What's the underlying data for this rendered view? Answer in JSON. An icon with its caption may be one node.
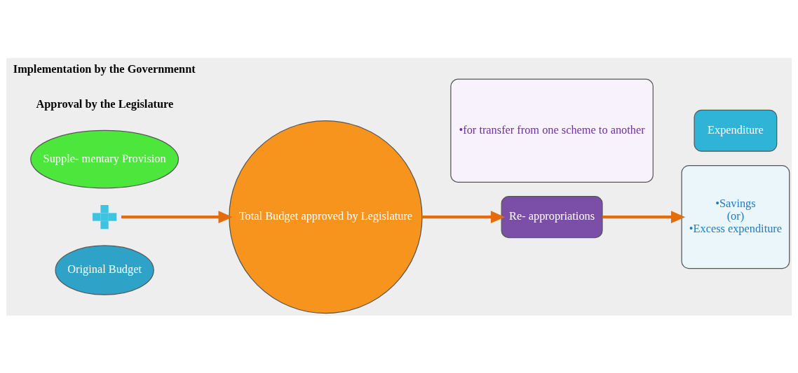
{
  "diagram": {
    "nodes": [
      {
        "text": [
          "Original Budget"
        ]
      },
      {
        "text": [],
        "shape": "plus"
      },
      {
        "text": [
          "Supple- mentary Provision"
        ]
      },
      {
        "text": [
          "Total Budget approved by Legislature"
        ]
      },
      {
        "text": [
          "Re- appropriations"
        ]
      },
      {
        "text": [
          "•for transfer from one scheme to another"
        ]
      },
      {
        "text": [
          "Expenditure"
        ]
      },
      {
        "text": [
          "•Savings",
          "(or)",
          "•Excess expenditure"
        ]
      }
    ],
    "edges": [
      {
        "from": 1,
        "to": 3,
        "arrow": "to"
      },
      {
        "from": 3,
        "to": 4,
        "arrow": "to"
      },
      {
        "from": 4,
        "to": 7,
        "arrow": "to"
      }
    ],
    "labels": [
      "Approval by the Legislature",
      "Implementation by the Governmennt"
    ]
  }
}
